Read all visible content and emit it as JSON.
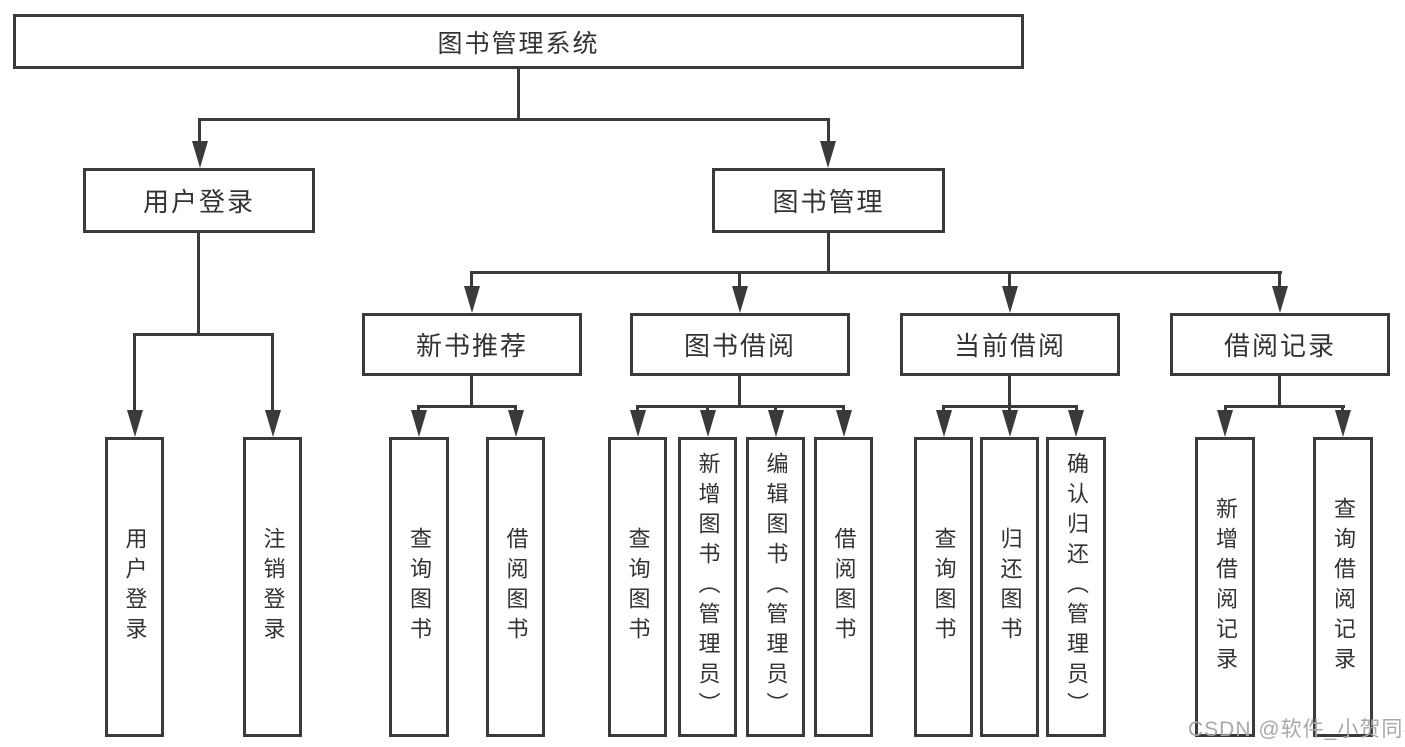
{
  "diagram": {
    "type": "hierarchy-tree",
    "root": {
      "label": "图书管理系统"
    },
    "branches": [
      {
        "label": "用户登录",
        "children": [
          {
            "label": "用户登录"
          },
          {
            "label": "注销登录"
          }
        ]
      },
      {
        "label": "图书管理",
        "children": [
          {
            "label": "新书推荐",
            "children": [
              {
                "label": "查询图书"
              },
              {
                "label": "借阅图书"
              }
            ]
          },
          {
            "label": "图书借阅",
            "children": [
              {
                "label": "查询图书"
              },
              {
                "label": "新增图书（管理员）"
              },
              {
                "label": "编辑图书（管理员）"
              },
              {
                "label": "借阅图书"
              }
            ]
          },
          {
            "label": "当前借阅",
            "children": [
              {
                "label": "查询图书"
              },
              {
                "label": "归还图书"
              },
              {
                "label": "确认归还（管理员）"
              }
            ]
          },
          {
            "label": "借阅记录",
            "children": [
              {
                "label": "新增借阅记录"
              },
              {
                "label": "查询借阅记录"
              }
            ]
          }
        ]
      }
    ],
    "colors": {
      "line": "#3a3a3a",
      "box_border": "#3a3a3a",
      "text": "#333333",
      "background": "#ffffff",
      "watermark": "#a8a8a8"
    }
  },
  "watermark": {
    "text": "CSDN @软件_小贺同学"
  }
}
